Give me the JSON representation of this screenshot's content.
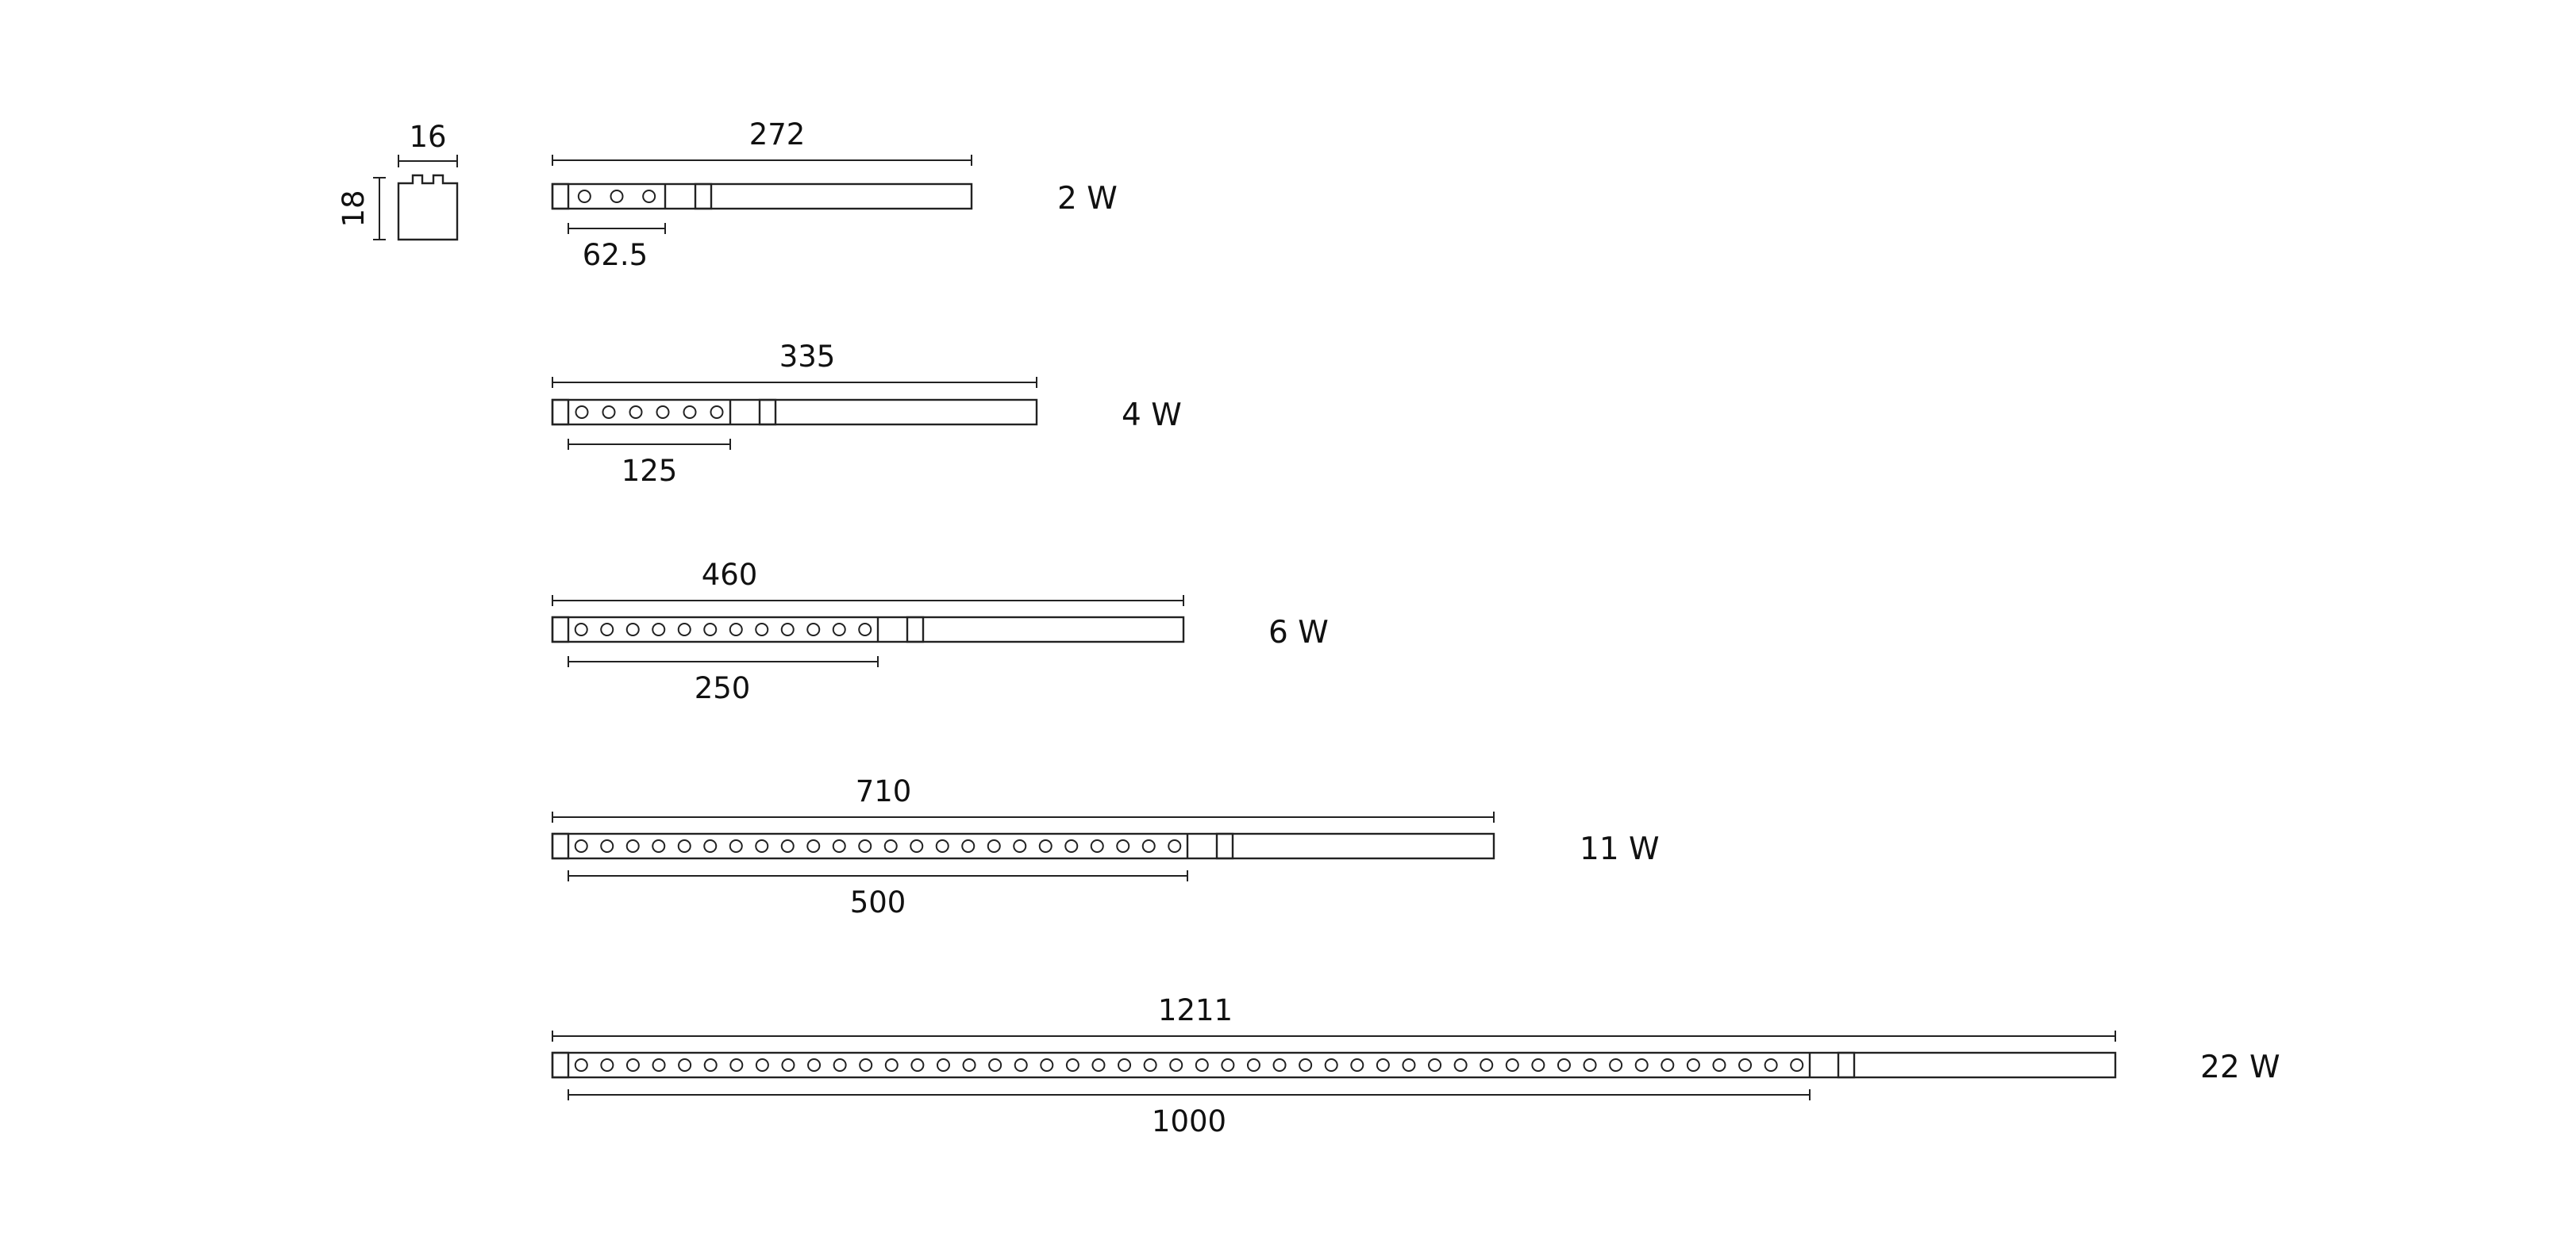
{
  "cross_section": {
    "width_label": "16",
    "height_label": "18"
  },
  "fixtures": [
    {
      "overall_length_label": "272",
      "module_length_label": "62.5",
      "power_label": "2 W",
      "led_count": 3
    },
    {
      "overall_length_label": "335",
      "module_length_label": "125",
      "power_label": "4 W",
      "led_count": 6
    },
    {
      "overall_length_label": "460",
      "module_length_label": "250",
      "power_label": "6 W",
      "led_count": 12
    },
    {
      "overall_length_label": "710",
      "module_length_label": "500",
      "power_label": "11 W",
      "led_count": 24
    },
    {
      "overall_length_label": "1211",
      "module_length_label": "1000",
      "power_label": "22 W",
      "led_count": 48
    }
  ],
  "colors": {
    "line": "#222222",
    "text": "#111111",
    "background": "#ffffff"
  }
}
